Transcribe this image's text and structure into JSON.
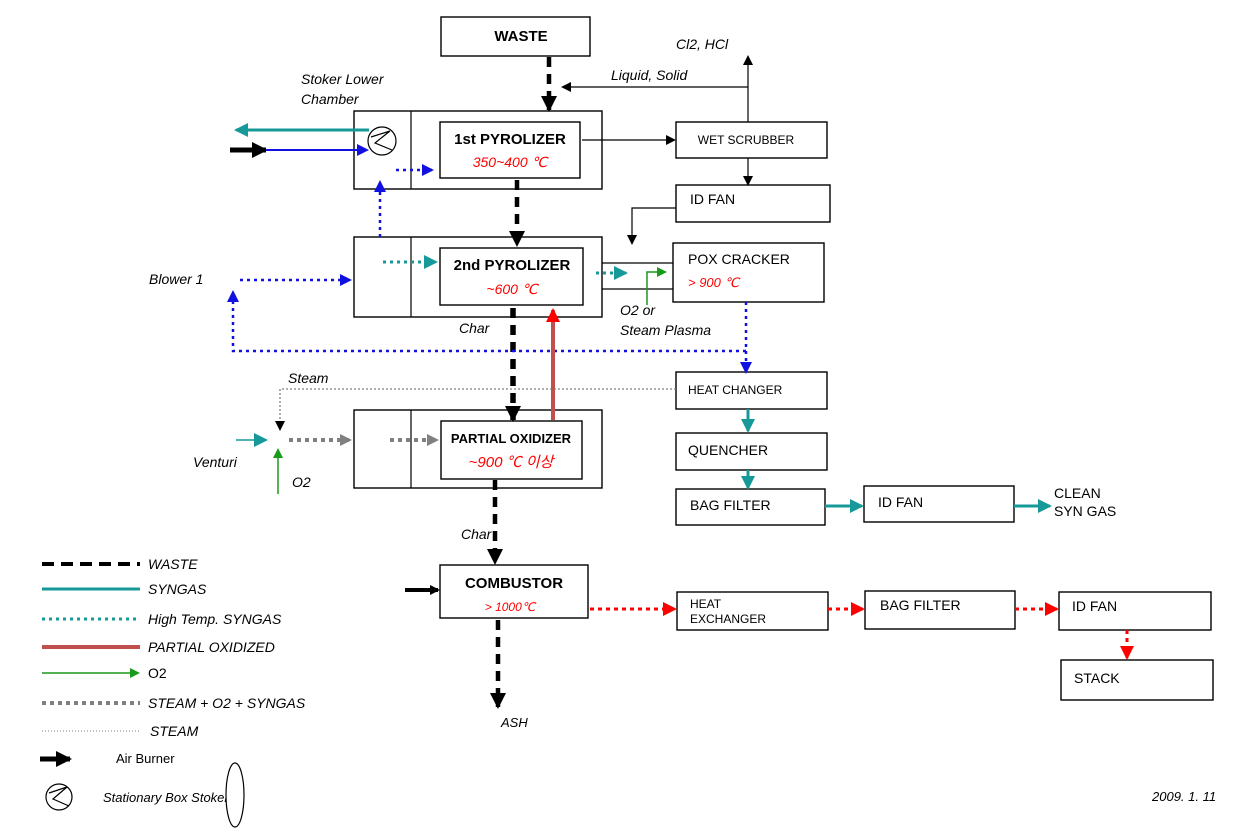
{
  "boxes": {
    "waste": "WASTE",
    "pyro1_title": "1st PYROLIZER",
    "pyro1_temp": "350~400 ℃",
    "pyro2_title": "2nd PYROLIZER",
    "pyro2_temp": "~600 ℃",
    "pox_title": "PARTIAL OXIDIZER",
    "pox_temp": "~900 ℃ 이상",
    "combustor_title": "COMBUSTOR",
    "combustor_temp": "> 1000℃",
    "wet_scrubber": "WET SCRUBBER",
    "id_fan_1": "ID FAN",
    "pox_cracker_title": "POX CRACKER",
    "pox_cracker_temp": "> 900 ℃",
    "heat_changer": "HEAT CHANGER",
    "quencher": "QUENCHER",
    "bag_filter_1": "BAG FILTER",
    "id_fan_2": "ID FAN",
    "heat_exchanger_l1": "HEAT",
    "heat_exchanger_l2": "EXCHANGER",
    "bag_filter_2": "BAG  FILTER",
    "id_fan_3": "ID FAN",
    "stack": "STACK"
  },
  "labels": {
    "stoker_l1": "Stoker  Lower",
    "stoker_l2": "Chamber",
    "cl2_hcl": "Cl2, HCl",
    "liquid_solid": "Liquid, Solid",
    "blower1": "Blower 1",
    "char1": "Char",
    "o2_or": "O2 or",
    "steam_plasma": "Steam Plasma",
    "steam": "Steam",
    "venturi": "Venturi",
    "o2": "O2",
    "char2": "Char",
    "clean_l1": "CLEAN",
    "clean_l2": "SYN GAS",
    "ash": "ASH",
    "date": "2009. 1. 11"
  },
  "legend": [
    {
      "label": "WASTE",
      "style": "black-dashed-thick"
    },
    {
      "label": "SYNGAS",
      "style": "teal-solid"
    },
    {
      "label": "High Temp. SYNGAS",
      "style": "teal-dotted"
    },
    {
      "label": "PARTIAL OXIDIZED",
      "style": "brown-solid"
    },
    {
      "label": "O2",
      "style": "green-arrow"
    },
    {
      "label": "STEAM + O2 + SYNGAS",
      "style": "gray-dotted"
    },
    {
      "label": "STEAM",
      "style": "gray-thin-dotted"
    },
    {
      "label": "Air Burner",
      "style": "black-arrow"
    },
    {
      "label": "Stationary Box Stoker",
      "style": "stoker-symbol"
    }
  ],
  "colors": {
    "waste": "#000000",
    "syngas": "#17999a",
    "partial_oxidized": "#c0504d",
    "o2": "#1a9a1a",
    "steam_mix": "#808080",
    "blower_air": "#1010e0",
    "flue": "#ff0000"
  }
}
